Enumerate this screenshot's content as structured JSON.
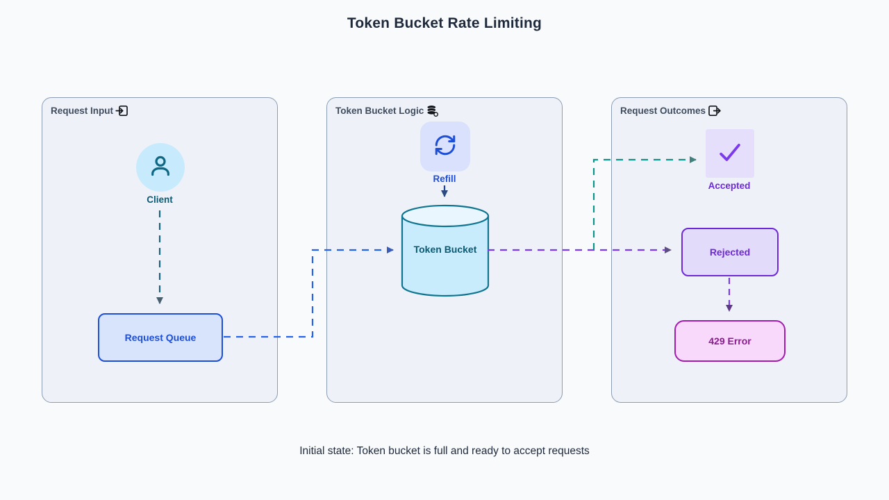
{
  "title": "Token Bucket Rate Limiting",
  "caption": "Initial state: Token bucket is full and ready to accept requests",
  "panels": [
    {
      "id": "request-input",
      "label": "Request Input",
      "icon": "import-arrow-icon"
    },
    {
      "id": "token-bucket-logic",
      "label": "Token Bucket Logic",
      "icon": "coins-icon"
    },
    {
      "id": "request-outcomes",
      "label": "Request Outcomes",
      "icon": "export-arrow-icon"
    }
  ],
  "nodes": {
    "client": {
      "label": "Client",
      "icon": "person-icon",
      "shape": "circle"
    },
    "request_queue": {
      "label": "Request Queue",
      "shape": "rounded-rect"
    },
    "refill": {
      "label": "Refill",
      "icon": "refresh-icon",
      "shape": "rounded-square"
    },
    "token_bucket": {
      "label": "Token Bucket",
      "shape": "cylinder"
    },
    "accepted": {
      "label": "Accepted",
      "icon": "checkmark-icon",
      "shape": "square"
    },
    "rejected": {
      "label": "Rejected",
      "shape": "rounded-rect"
    },
    "error_429": {
      "label": "429 Error",
      "shape": "rounded-rect"
    }
  },
  "edges": [
    {
      "from": "client",
      "to": "request_queue",
      "style": "dashed",
      "color_key": "teal_dark"
    },
    {
      "from": "request_queue",
      "to": "token_bucket",
      "style": "dashed",
      "color_key": "blue"
    },
    {
      "from": "refill",
      "to": "token_bucket",
      "style": "solid",
      "color_key": "navy"
    },
    {
      "from": "token_bucket",
      "to": "accepted",
      "style": "dashed",
      "color_key": "teal"
    },
    {
      "from": "token_bucket",
      "to": "rejected",
      "style": "dashed",
      "color_key": "purple"
    },
    {
      "from": "rejected",
      "to": "error_429",
      "style": "dashed",
      "color_key": "purple"
    }
  ],
  "colors": {
    "page_bg": "#f8fafc",
    "title_color": "#1e293b",
    "panel_bg": "#eef2f8",
    "panel_border": "#8b9cb3",
    "panel_title": "#3f4c5e",
    "icon_black": "#111418",
    "client_fill": "#c7ebfc",
    "client_stroke": "#0e6883",
    "client_text": "#0b5a74",
    "queue_fill": "#d8e4fb",
    "queue_border": "#1d4ed8",
    "blue": "#2563eb",
    "navy": "#1e40af",
    "refill_fill": "#dae1fc",
    "bucket_fill": "#c9ecfc",
    "bucket_top_fill": "#e9f6fd",
    "bucket_stroke": "#0e7490",
    "bucket_text": "#0a5a73",
    "teal": "#0d9488",
    "teal_dark": "#19627e",
    "accepted_fill": "#e6dffb",
    "purple": "#7c3aed",
    "purple_dark": "#6d28d9",
    "rejected_fill": "#e3dbfa",
    "error_fill": "#f8d8fb",
    "error_border": "#a21caf",
    "error_text": "#8b1a8f",
    "head_client": "#4a5f6d",
    "head_blue": "#3b5db8",
    "head_navy": "#2b4a7f",
    "head_purple": "#5d4f82",
    "head_teal": "#42807b",
    "head_magenta": "#5e3a86"
  }
}
